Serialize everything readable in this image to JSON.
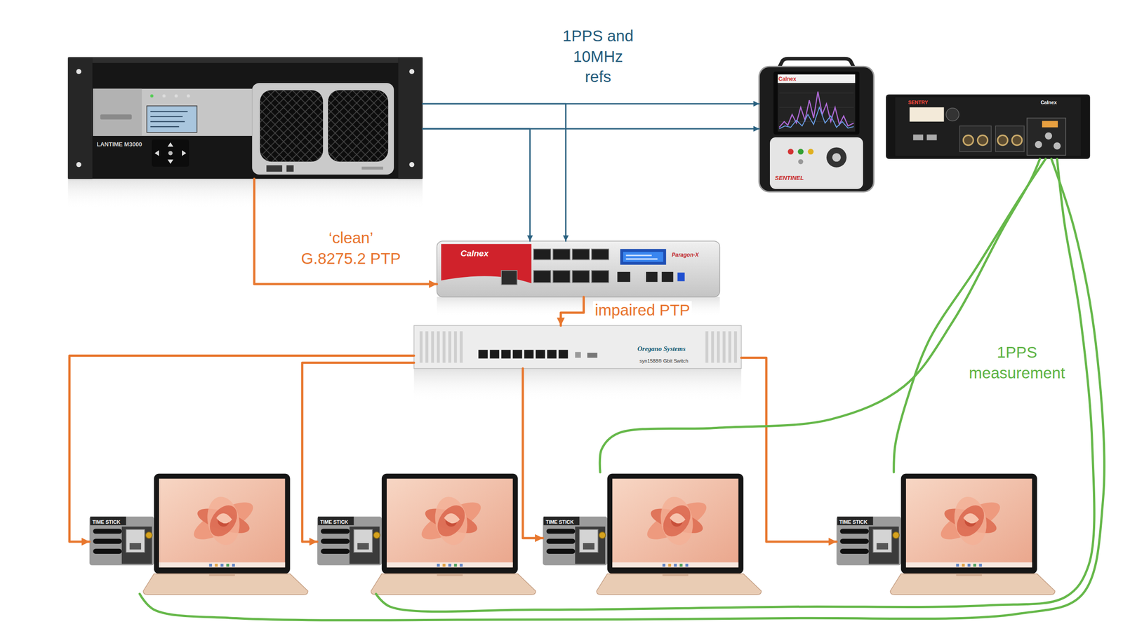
{
  "diagram": {
    "nodes": [
      {
        "text": [
          "LANTIME M3000"
        ]
      },
      {
        "text": [
          "Calnex",
          "SENTINEL"
        ]
      },
      {
        "text": [
          "SENTRY",
          "Calnex"
        ]
      },
      {
        "text": [
          "Calnex",
          "Paragon-X"
        ]
      },
      {
        "text": [
          "Oregano Systems",
          "syn1588® Gbit Switch"
        ]
      },
      {
        "text": [
          "TIME STICK"
        ]
      },
      {
        "text": [
          "TIME STICK"
        ]
      },
      {
        "text": [
          "TIME STICK"
        ]
      },
      {
        "text": [
          "TIME STICK"
        ]
      }
    ],
    "edges": [
      {
        "from": 0,
        "to": 1,
        "label": "1PPS and 10MHz refs",
        "arrow": "to"
      },
      {
        "from": 0,
        "to": 1,
        "arrow": "to"
      },
      {
        "from": 0,
        "to": 3,
        "arrow": "to"
      },
      {
        "from": 0,
        "to": 3,
        "arrow": "to"
      },
      {
        "from": 0,
        "to": 3,
        "label": "‘clean’ G.8275.2 PTP",
        "arrow": "to"
      },
      {
        "from": 3,
        "to": 4,
        "label": "impaired PTP",
        "arrow": "to"
      },
      {
        "from": 4,
        "to": 5,
        "arrow": "to"
      },
      {
        "from": 4,
        "to": 6,
        "arrow": "to"
      },
      {
        "from": 4,
        "to": 7,
        "arrow": "to"
      },
      {
        "from": 4,
        "to": 8,
        "arrow": "to"
      },
      {
        "from": 5,
        "to": 2,
        "arrow": "none"
      },
      {
        "from": 6,
        "to": 2,
        "arrow": "none"
      },
      {
        "from": 7,
        "to": 2,
        "arrow": "none"
      },
      {
        "from": 8,
        "to": 2,
        "label": "1PPS measurement",
        "arrow": "none"
      }
    ]
  }
}
